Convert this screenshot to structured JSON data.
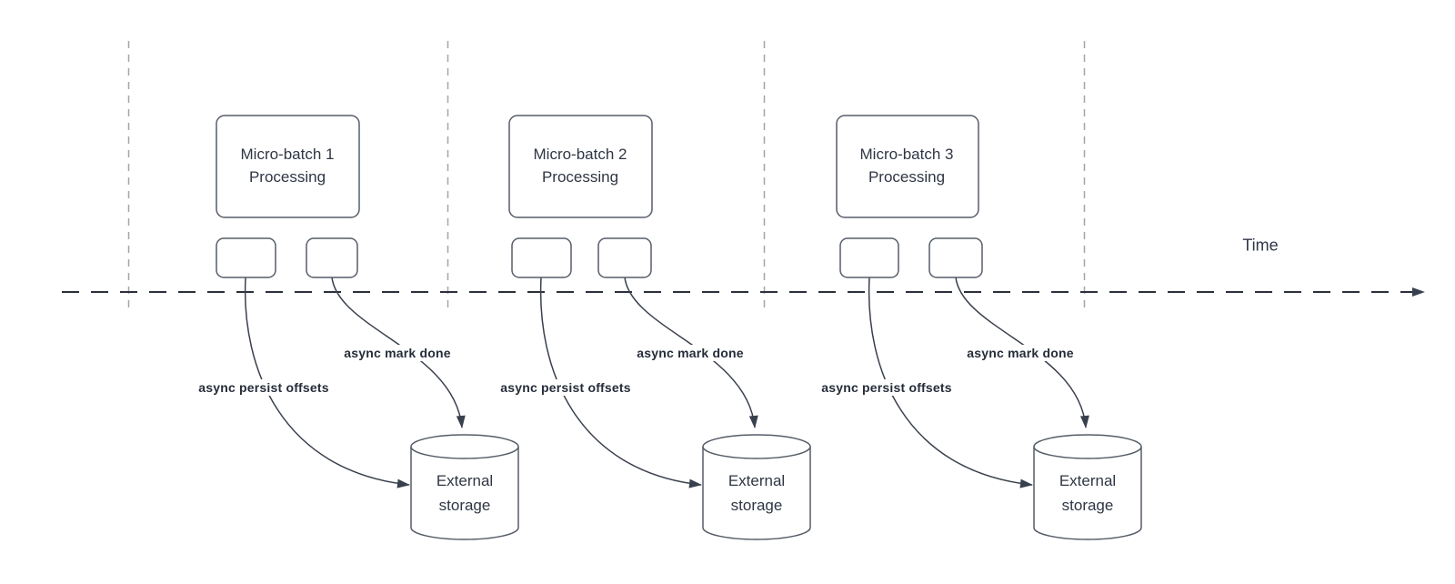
{
  "diagram": {
    "time_axis": {
      "label": "Time"
    },
    "lanes": [
      {
        "title": "Micro-batch 1\nProcessing",
        "persist_label": "async persist offsets",
        "mark_done_label": "async mark done",
        "storage_label": "External\nstorage"
      },
      {
        "title": "Micro-batch 2\nProcessing",
        "persist_label": "async persist offsets",
        "mark_done_label": "async mark done",
        "storage_label": "External\nstorage"
      },
      {
        "title": "Micro-batch 3\nProcessing",
        "persist_label": "async persist offsets",
        "mark_done_label": "async mark done",
        "storage_label": "External\nstorage"
      }
    ],
    "colors": {
      "shape_stroke": "#565d68",
      "arrow_stroke": "#39404d",
      "axis_stroke": "#2b303a",
      "divider_stroke": "#a3a5a8",
      "text": "#2f3644",
      "background": "#ffffff"
    }
  }
}
